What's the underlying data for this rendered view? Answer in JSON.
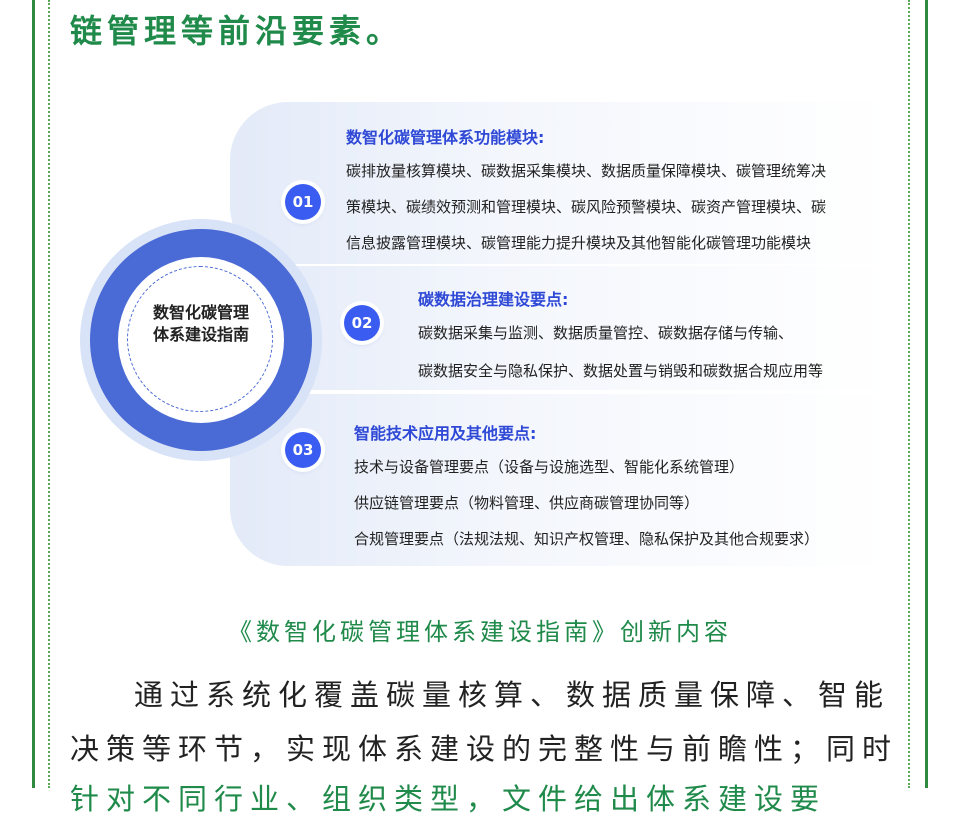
{
  "intro": {
    "top_line": "链管理等前沿要素。"
  },
  "diagram": {
    "center_line1": "数智化碳管理",
    "center_line2": "体系建设指南",
    "modules": [
      {
        "badge": "01",
        "title": "数智化碳管理体系功能模块:",
        "lines": [
          "碳排放量核算模块、碳数据采集模块、数据质量保障模块、碳管理统筹决",
          "策模块、碳绩效预测和管理模块、碳风险预警模块、碳资产管理模块、碳",
          "信息披露管理模块、碳管理能力提升模块及其他智能化碳管理功能模块"
        ]
      },
      {
        "badge": "02",
        "title": "碳数据治理建设要点:",
        "lines": [
          "碳数据采集与监测、数据质量管控、碳数据存储与传输、",
          "碳数据安全与隐私保护、数据处置与销毁和碳数据合规应用等"
        ]
      },
      {
        "badge": "03",
        "title": "智能技术应用及其他要点:",
        "lines": [
          "技术与设备管理要点（设备与设施选型、智能化系统管理）",
          "供应链管理要点（物料管理、供应商碳管理协同等）",
          "合规管理要点（法规法规、知识产权管理、隐私保护及其他合规要求）"
        ]
      }
    ]
  },
  "caption": "《数智化碳管理体系建设指南》创新内容",
  "body": {
    "line1": "通过系统化覆盖碳量核算、数据质量保障、智能",
    "line2": "决策等环节，实现体系建设的完整性与前瞻性；同时",
    "line3": "针对不同行业、组织类型，文件给出体系建设要"
  },
  "colors": {
    "frame_green": "#2d8a3f",
    "heading_green": "#1f8a4a",
    "accent_blue": "#3b5cf0",
    "title_blue": "#2f49d6",
    "ring_blue": "#4a6ad6"
  }
}
